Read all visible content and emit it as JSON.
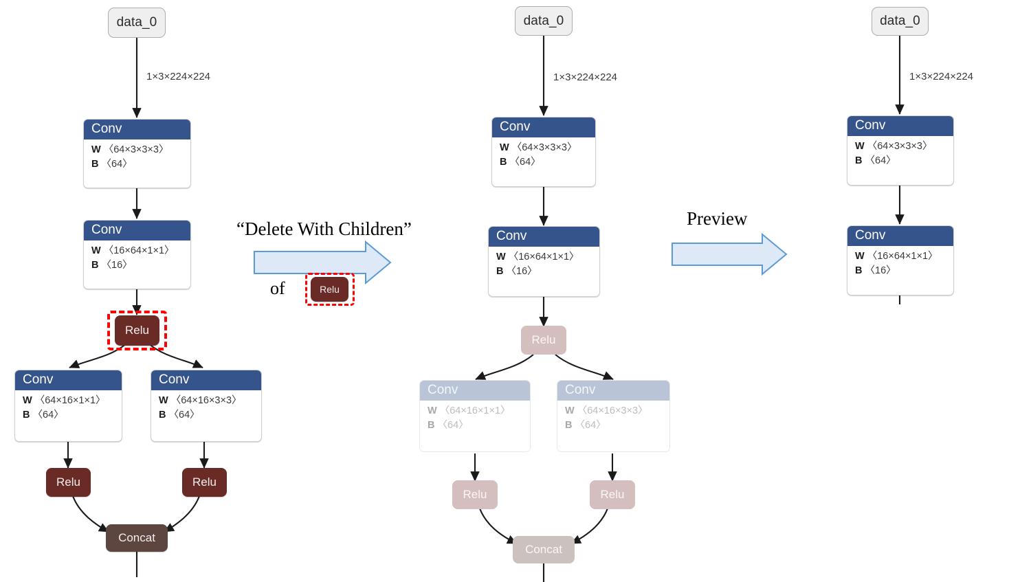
{
  "diagram": {
    "title": "Delete With Children preview of a neural network graph editor",
    "colors": {
      "conv_header": "#36548c",
      "conv_header_faded": "#b9c4d6",
      "relu": "#6a2a25",
      "relu_faded": "#d4bebe",
      "concat": "#5d4540",
      "concat_faded": "#cbc1be",
      "io_node": "#efefef",
      "selection": "#ff0000",
      "arrow_fill": "#dde9f7",
      "arrow_stroke": "#5b9bd5",
      "edge": "#1a1a1a"
    },
    "labels": {
      "data_node": "data_0",
      "edge_shape": "1×3×224×224",
      "conv": "Conv",
      "relu": "Relu",
      "concat": "Concat",
      "w_key": "W",
      "b_key": "B"
    },
    "annotations": {
      "action_quote": "“Delete With Children”",
      "action_of": "of",
      "action_target": "Relu",
      "preview": "Preview"
    }
  },
  "panels": [
    {
      "name": "original-graph",
      "nodes": {
        "data": "data_0",
        "edge_shape": "1×3×224×224",
        "conv1": {
          "title": "Conv",
          "w": "〈64×3×3×3〉",
          "b": "〈64〉"
        },
        "conv2": {
          "title": "Conv",
          "w": "〈16×64×1×1〉",
          "b": "〈16〉"
        },
        "relu_selected": "Relu",
        "conv3": {
          "title": "Conv",
          "w": "〈64×16×1×1〉",
          "b": "〈64〉"
        },
        "conv4": {
          "title": "Conv",
          "w": "〈64×16×3×3〉",
          "b": "〈64〉"
        },
        "relu_left": "Relu",
        "relu_right": "Relu",
        "concat": "Concat"
      }
    },
    {
      "name": "preview-graph",
      "nodes": {
        "data": "data_0",
        "edge_shape": "1×3×224×224",
        "conv1": {
          "title": "Conv",
          "w": "〈64×3×3×3〉",
          "b": "〈64〉"
        },
        "conv2": {
          "title": "Conv",
          "w": "〈16×64×1×1〉",
          "b": "〈16〉"
        },
        "relu_ghost": "Relu",
        "conv3": {
          "title": "Conv",
          "w": "〈64×16×1×1〉",
          "b": "〈64〉"
        },
        "conv4": {
          "title": "Conv",
          "w": "〈64×16×3×3〉",
          "b": "〈64〉"
        },
        "relu_left": "Relu",
        "relu_right": "Relu",
        "concat": "Concat"
      }
    },
    {
      "name": "result-graph",
      "nodes": {
        "data": "data_0",
        "edge_shape": "1×3×224×224",
        "conv1": {
          "title": "Conv",
          "w": "〈64×3×3×3〉",
          "b": "〈64〉"
        },
        "conv2": {
          "title": "Conv",
          "w": "〈16×64×1×1〉",
          "b": "〈16〉"
        }
      }
    }
  ]
}
